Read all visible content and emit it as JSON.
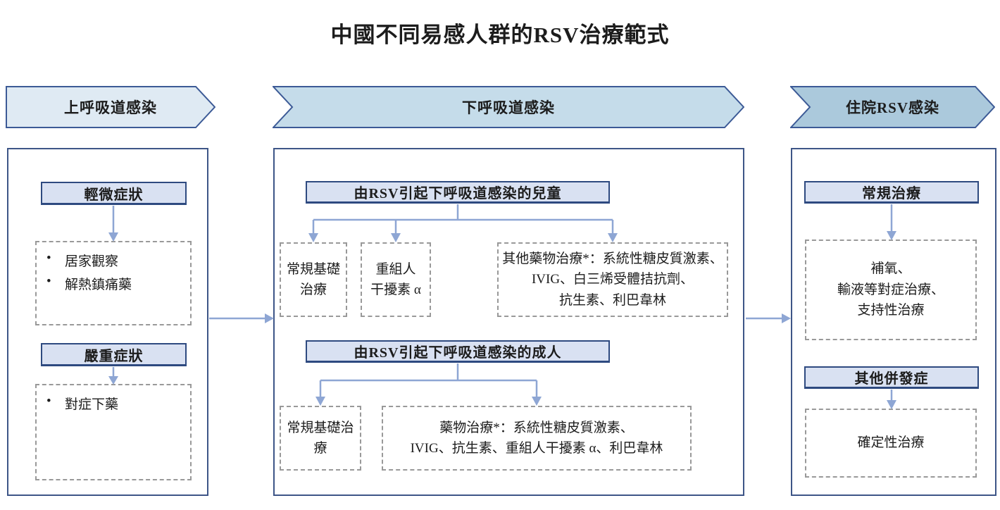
{
  "title": "中國不同易感人群的RSV治療範式",
  "glyphs": {
    "bullet": "•"
  },
  "colors": {
    "banner_upper_fill": "#dfeaf3",
    "banner_lower_fill": "#c5dcea",
    "banner_hospital_fill": "#abc9dc",
    "banner_border": "#3c5a96",
    "panel_border": "#3d5587",
    "header_box_fill": "#d9e1f2",
    "header_box_border": "#2e4a80",
    "dashed_border": "#999999",
    "connector": "#8ea6d4",
    "text": "#1c1c1c"
  },
  "banners": [
    {
      "label": "上呼吸道感染"
    },
    {
      "label": "下呼吸道感染"
    },
    {
      "label": "住院RSV感染"
    }
  ],
  "left_column": {
    "mild": {
      "header": "輕微症狀",
      "items": [
        "居家觀察",
        "解熱鎮痛藥"
      ]
    },
    "severe": {
      "header": "嚴重症狀",
      "items": [
        "對症下藥"
      ]
    }
  },
  "middle_column": {
    "children": {
      "header": "由RSV引起下呼吸道感染的兒童",
      "boxes": [
        {
          "lines": [
            "常規基礎",
            "治療"
          ]
        },
        {
          "lines": [
            "重組人",
            "干擾素 α"
          ]
        },
        {
          "lines": [
            "其他藥物治療*：系統性糖皮質激素、",
            "IVIG、白三烯受體拮抗劑、",
            "抗生素、利巴韋林"
          ]
        }
      ]
    },
    "adults": {
      "header": "由RSV引起下呼吸道感染的成人",
      "boxes": [
        {
          "lines": [
            "常規基礎治療"
          ]
        },
        {
          "lines": [
            "藥物治療*：系統性糖皮質激素、",
            "IVIG、抗生素、重組人干擾素 α、利巴韋林"
          ]
        }
      ]
    }
  },
  "right_column": {
    "routine": {
      "header": "常規治療",
      "lines": [
        "補氧、",
        "輸液等對症治療、",
        "支持性治療"
      ]
    },
    "complications": {
      "header": "其他併發症",
      "lines": [
        "確定性治療"
      ]
    }
  }
}
